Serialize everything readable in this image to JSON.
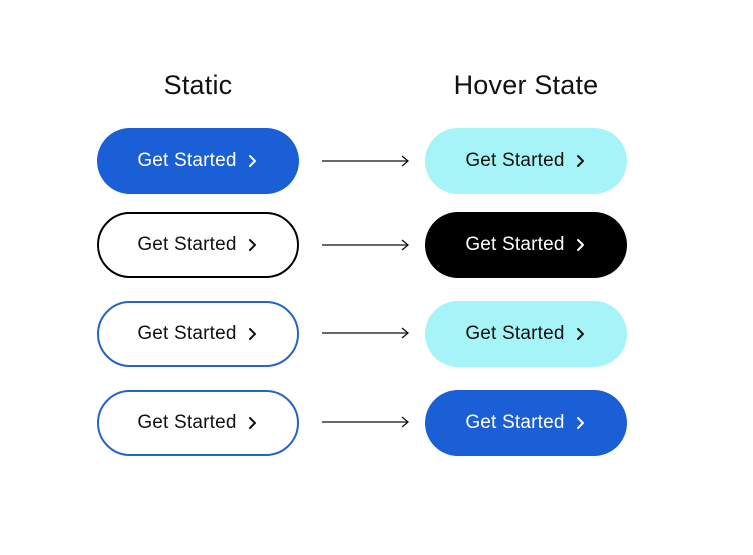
{
  "headings": {
    "static": "Static",
    "hover": "Hover State"
  },
  "colors": {
    "blue": "#1a5fd6",
    "blue_border": "#2563c9",
    "light_cyan": "#a7f4f8",
    "black": "#000000",
    "white": "#ffffff",
    "text_dark": "#111111"
  },
  "rows": [
    {
      "static": {
        "label": "Get Started",
        "style": "solid-blue"
      },
      "hover": {
        "label": "Get Started",
        "style": "solid-cyan"
      }
    },
    {
      "static": {
        "label": "Get Started",
        "style": "outline-black"
      },
      "hover": {
        "label": "Get Started",
        "style": "solid-black"
      }
    },
    {
      "static": {
        "label": "Get Started",
        "style": "outline-blue"
      },
      "hover": {
        "label": "Get Started",
        "style": "solid-cyan"
      }
    },
    {
      "static": {
        "label": "Get Started",
        "style": "outline-blue"
      },
      "hover": {
        "label": "Get Started",
        "style": "solid-blue"
      }
    }
  ],
  "icons": {
    "chevron": "chevron-right-icon",
    "arrow": "arrow-right-icon"
  }
}
